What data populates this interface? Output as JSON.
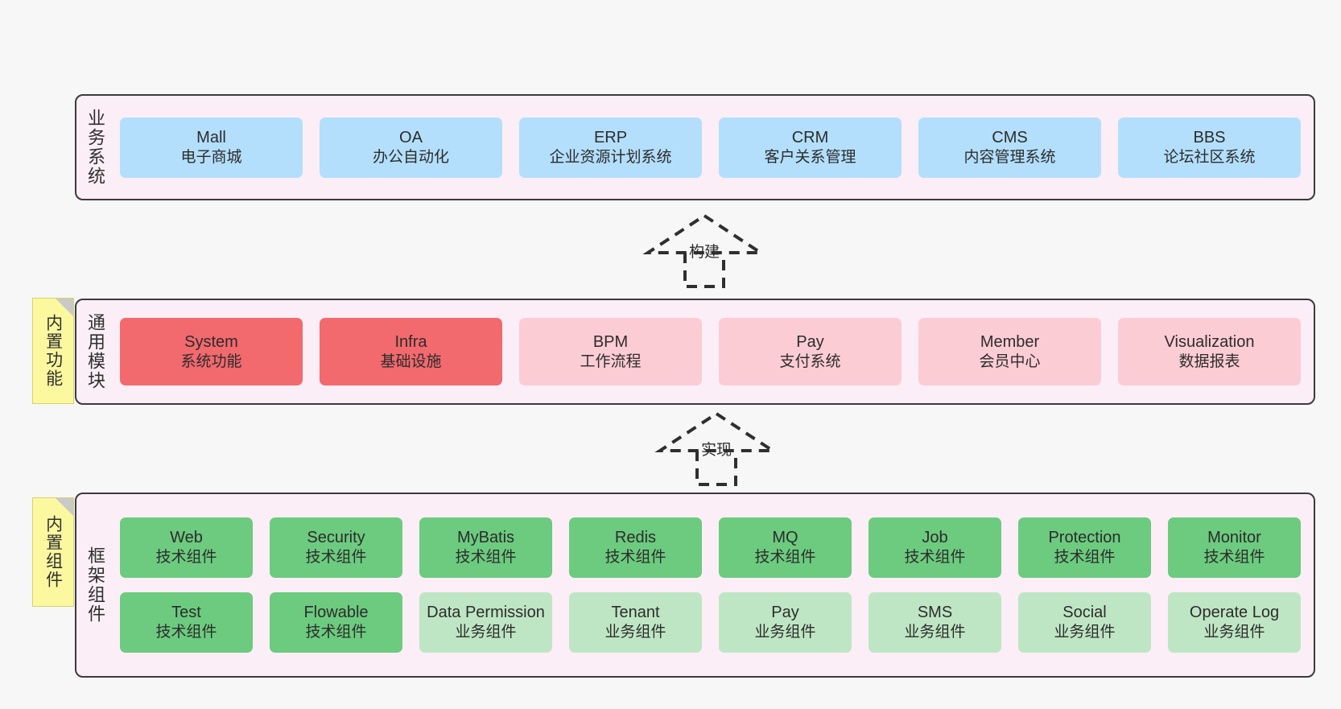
{
  "sections": [
    {
      "key": "business",
      "title": "业务系统",
      "tag": null,
      "rows": [
        {
          "style": "blue",
          "items": [
            {
              "en": "Mall",
              "cn": "电子商城"
            },
            {
              "en": "OA",
              "cn": "办公自动化"
            },
            {
              "en": "ERP",
              "cn": "企业资源计划系统"
            },
            {
              "en": "CRM",
              "cn": "客户关系管理"
            },
            {
              "en": "CMS",
              "cn": "内容管理系统"
            },
            {
              "en": "BBS",
              "cn": "论坛社区系统"
            }
          ]
        }
      ]
    },
    {
      "key": "modules",
      "title": "通用模块",
      "tag": "内置功能",
      "rows": [
        {
          "style": "mixed",
          "items": [
            {
              "en": "System",
              "cn": "系统功能",
              "style": "red"
            },
            {
              "en": "Infra",
              "cn": "基础设施",
              "style": "red"
            },
            {
              "en": "BPM",
              "cn": "工作流程",
              "style": "pink"
            },
            {
              "en": "Pay",
              "cn": "支付系统",
              "style": "pink"
            },
            {
              "en": "Member",
              "cn": "会员中心",
              "style": "pink"
            },
            {
              "en": "Visualization",
              "cn": "数据报表",
              "style": "pink"
            }
          ]
        }
      ]
    },
    {
      "key": "framework",
      "title": "框架组件",
      "tag": "内置组件",
      "rows": [
        {
          "style": "green",
          "items": [
            {
              "en": "Web",
              "cn": "技术组件",
              "style": "green"
            },
            {
              "en": "Security",
              "cn": "技术组件",
              "style": "green"
            },
            {
              "en": "MyBatis",
              "cn": "技术组件",
              "style": "green"
            },
            {
              "en": "Redis",
              "cn": "技术组件",
              "style": "green"
            },
            {
              "en": "MQ",
              "cn": "技术组件",
              "style": "green"
            },
            {
              "en": "Job",
              "cn": "技术组件",
              "style": "green"
            },
            {
              "en": "Protection",
              "cn": "技术组件",
              "style": "green"
            },
            {
              "en": "Monitor",
              "cn": "技术组件",
              "style": "green"
            }
          ]
        },
        {
          "style": "mixed",
          "items": [
            {
              "en": "Test",
              "cn": "技术组件",
              "style": "green"
            },
            {
              "en": "Flowable",
              "cn": "技术组件",
              "style": "green"
            },
            {
              "en": "Data Permission",
              "cn": "业务组件",
              "style": "lightgreen"
            },
            {
              "en": "Tenant",
              "cn": "业务组件",
              "style": "lightgreen"
            },
            {
              "en": "Pay",
              "cn": "业务组件",
              "style": "lightgreen"
            },
            {
              "en": "SMS",
              "cn": "业务组件",
              "style": "lightgreen"
            },
            {
              "en": "Social",
              "cn": "业务组件",
              "style": "lightgreen"
            },
            {
              "en": "Operate Log",
              "cn": "业务组件",
              "style": "lightgreen"
            }
          ]
        }
      ]
    }
  ],
  "connectors": [
    {
      "key": "build",
      "label": "构建"
    },
    {
      "key": "implement",
      "label": "实现"
    }
  ],
  "colors": {
    "panel_bg": "#fbeef6",
    "panel_border": "#3b3b3b",
    "blue": "#b3dffc",
    "red": "#f2696e",
    "pink": "#fcccd4",
    "green": "#6ccb7f",
    "lightgreen": "#bfe6c4",
    "tag_bg": "#fbf8a0",
    "page_bg": "#f7f7f7"
  }
}
